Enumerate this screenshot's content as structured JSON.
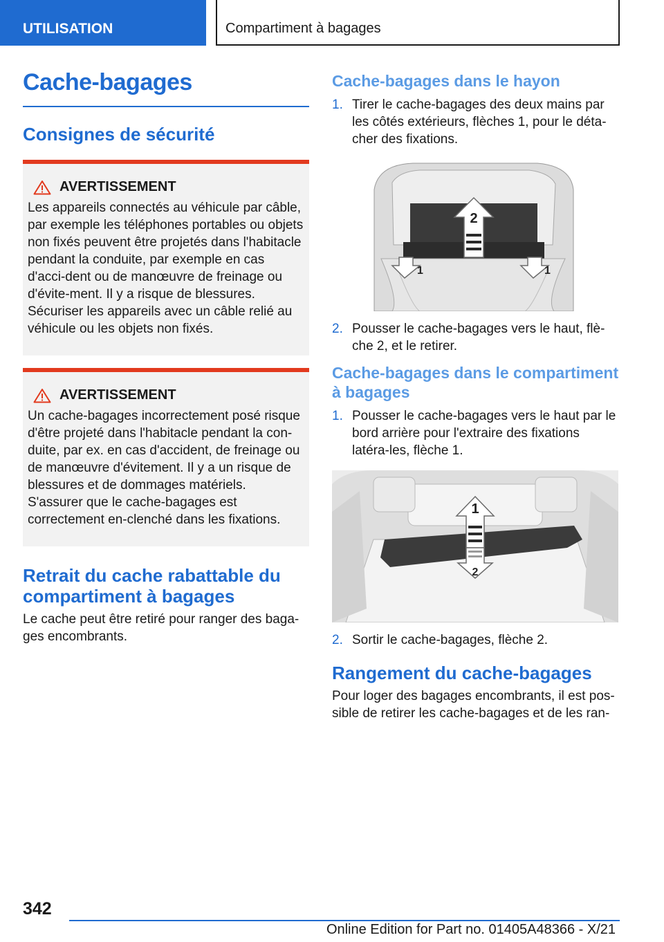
{
  "header": {
    "section": "UTILISATION",
    "chapter": "Compartiment à bagages"
  },
  "left": {
    "title": "Cache-bagages",
    "safety_heading": "Consignes de sécurité",
    "warnings": [
      {
        "label": "AVERTISSEMENT",
        "text": "Les appareils connectés au véhicule par câble, par exemple les téléphones portables ou objets non fixés peuvent être projetés dans l'habitacle pendant la conduite, par exemple en cas d'acci-dent ou de manœuvre de freinage ou d'évite-ment. Il y a risque de blessures. Sécuriser les appareils avec un câble relié au véhicule ou les objets non fixés."
      },
      {
        "label": "AVERTISSEMENT",
        "text": "Un cache-bagages incorrectement posé risque d'être projeté dans l'habitacle pendant la con-duite, par ex. en cas d'accident, de freinage ou de manœuvre d'évitement. Il y a un risque de blessures et de dommages matériels. S'assurer que le cache-bagages est correctement en-clenché dans les fixations."
      }
    ],
    "removal_heading": "Retrait du cache rabattable du compartiment à bagages",
    "removal_text": "Le cache peut être retiré pour ranger des baga-ges encombrants."
  },
  "right": {
    "tailgate_heading": "Cache-bagages dans le hayon",
    "tailgate_steps": [
      {
        "num": "1.",
        "text": "Tirer le cache-bagages des deux mains par les côtés extérieurs, flèches 1, pour le déta-cher des fixations."
      },
      {
        "num": "2.",
        "text": "Pousser le cache-bagages vers le haut, flè-che 2, et le retirer."
      }
    ],
    "figure1_labels": {
      "up": "2",
      "left": "1",
      "right": "1"
    },
    "compartment_heading": "Cache-bagages dans le compartiment à bagages",
    "compartment_steps": [
      {
        "num": "1.",
        "text": "Pousser le cache-bagages vers le haut par le bord arrière pour l'extraire des fixations latéra-les, flèche 1."
      },
      {
        "num": "2.",
        "text": "Sortir le cache-bagages, flèche 2."
      }
    ],
    "figure2_labels": {
      "up": "1",
      "down": "2"
    },
    "storage_heading": "Rangement du cache-bagages",
    "storage_text": "Pour loger des bagages encombrants, il est pos-sible de retirer les cache-bagages et de les ran-"
  },
  "footer": {
    "page_number": "342",
    "edition": "Online Edition for Part no. 01405A48366 - X/21"
  },
  "colors": {
    "accent_blue": "#1f6bd0",
    "subheading_blue": "#5b9be4",
    "warning_red": "#e23a1e",
    "warning_bg": "#f2f2f2"
  }
}
